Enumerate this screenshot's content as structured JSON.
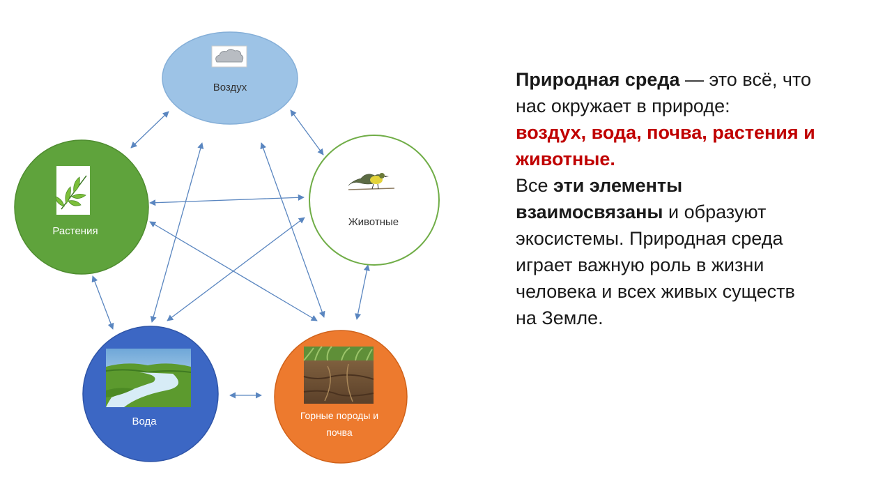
{
  "diagram": {
    "nodes": {
      "air": {
        "label": "Воздух",
        "icon": "cloud-icon",
        "color": "#9dc3e6"
      },
      "animals": {
        "label": "Животные",
        "icon": "bird-icon",
        "color": "#ffffff"
      },
      "plants": {
        "label": "Растения",
        "icon": "leaf-icon",
        "color": "#5fa33c"
      },
      "water": {
        "label": "Вода",
        "icon": "river-photo",
        "color": "#3c67c4"
      },
      "soil": {
        "label_line1": "Горные породы и",
        "label_line2": "почва",
        "icon": "soil-photo",
        "color": "#ed7a2e"
      }
    },
    "arrow_color": "#5a86c0"
  },
  "text": {
    "p1_bold": "Природная среда",
    "p1_rest_line1": " — это всё, что",
    "p1_line2": "нас окружает в природе:",
    "p1_red_line1": "воздух, вода, почва, растения и",
    "p1_red_line2": "животные.",
    "p2_start": "Все ",
    "p2_bold_line1": "эти элементы",
    "p2_bold_line2": "взаимосвязаны",
    "p2_rest_line2": " и образуют",
    "p2_line3": "экосистемы. Природная среда",
    "p2_line4": "играет важную роль в жизни",
    "p2_line5": "человека и всех живых существ",
    "p2_line6": "на Земле."
  }
}
